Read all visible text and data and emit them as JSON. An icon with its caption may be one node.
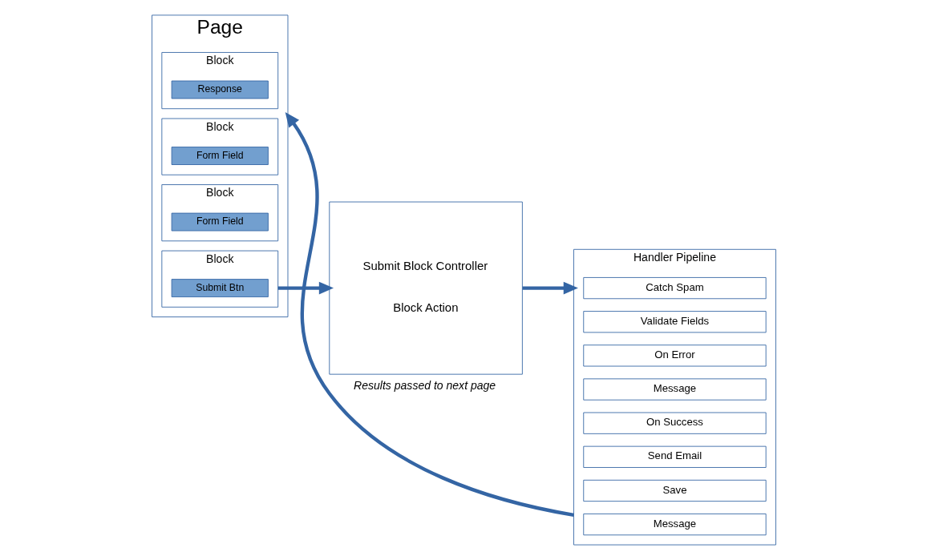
{
  "diagram": {
    "nodes": [
      {
        "text": [
          "Page"
        ]
      },
      {
        "text": [
          "Block"
        ],
        "in": 0
      },
      {
        "text": [
          "Response"
        ],
        "in": 1
      },
      {
        "text": [
          "Block"
        ],
        "in": 0
      },
      {
        "text": [
          "Form Field"
        ],
        "in": 3
      },
      {
        "text": [
          "Block"
        ],
        "in": 0
      },
      {
        "text": [
          "Form Field"
        ],
        "in": 5
      },
      {
        "text": [
          "Block"
        ],
        "in": 0
      },
      {
        "text": [
          "Submit Btn"
        ],
        "in": 7
      },
      {
        "text": [
          "Submit Block Controller",
          "Block Action"
        ]
      },
      {
        "text": [
          "Handler Pipeline"
        ]
      },
      {
        "text": [
          "Catch Spam"
        ],
        "in": 10
      },
      {
        "text": [
          "Validate Fields"
        ],
        "in": 10
      },
      {
        "text": [
          "On Error"
        ],
        "in": 10
      },
      {
        "text": [
          "Message"
        ],
        "in": 10
      },
      {
        "text": [
          "On Success"
        ],
        "in": 10
      },
      {
        "text": [
          "Send Email"
        ],
        "in": 10
      },
      {
        "text": [
          "Save"
        ],
        "in": 10
      },
      {
        "text": [
          "Message"
        ],
        "in": 10
      }
    ],
    "edges": [
      {
        "from": 7,
        "to": 9,
        "arrow": "to"
      },
      {
        "from": 9,
        "to": 10,
        "arrow": "to"
      },
      {
        "from": 10,
        "to": 0,
        "arrow": "to",
        "label": "Results passed to next page"
      }
    ]
  }
}
